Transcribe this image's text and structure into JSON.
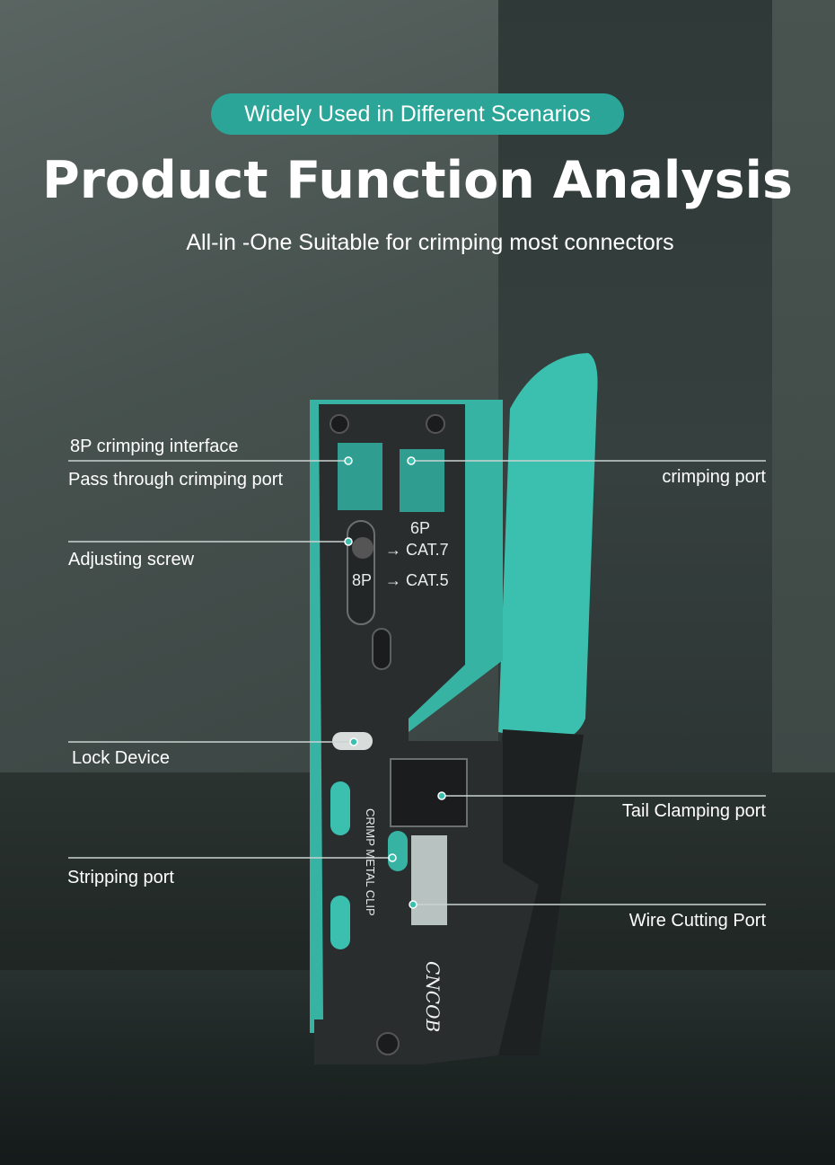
{
  "header": {
    "badge": "Widely Used in Different Scenarios",
    "title": "Product Function Analysis",
    "subtitle": "All-in -One  Suitable for crimping most connectors"
  },
  "callouts": {
    "crimping_interface_8p": "8P crimping interface",
    "pass_through": "Pass through crimping port",
    "crimping_port": "crimping port",
    "adjusting_screw": "Adjusting screw",
    "lock_device": "Lock Device",
    "tail_clamping": "Tail Clamping port",
    "stripping_port": "Stripping port",
    "wire_cutting": "Wire Cutting Port"
  },
  "tool": {
    "label_6p": "6P",
    "label_cat7": "→ CAT.7",
    "label_8p": "8P",
    "label_cat5": "→ CAT.5",
    "engraving": "CRIMP METAL CLIP",
    "brand": "CNCOB"
  },
  "colors": {
    "accent": "#2aa597",
    "handle": "#3bbfae",
    "body": "#2a2d2e",
    "line": "#c9d3d1"
  }
}
